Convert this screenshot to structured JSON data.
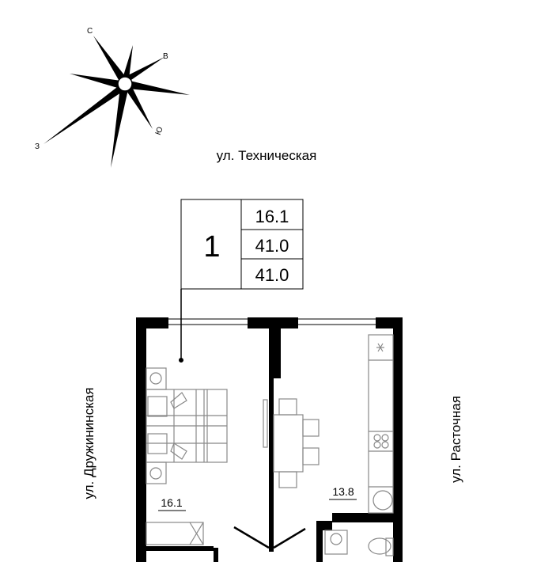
{
  "compass": {
    "north": "С",
    "east": "В",
    "south": "Ю",
    "west": "З"
  },
  "streets": {
    "top": "ул. Техническая",
    "left": "ул. Дружининская",
    "right": "ул. Расточная"
  },
  "apartment": {
    "rooms_count": "1",
    "living_area": "16.1",
    "total_area": "41.0",
    "area_with_balcony": "41.0"
  },
  "rooms": {
    "bedroom_area": "16.1",
    "kitchen_area": "13.8"
  }
}
